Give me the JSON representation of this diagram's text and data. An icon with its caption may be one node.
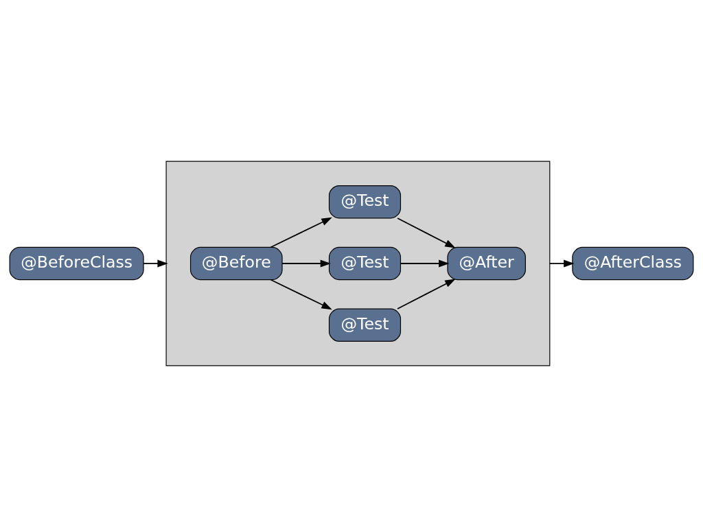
{
  "diagram": {
    "nodes": [
      {
        "text": [
          "@BeforeClass"
        ]
      },
      {
        "text": [],
        "shape": "box"
      },
      {
        "text": [
          "@Before"
        ],
        "in": 1
      },
      {
        "text": [
          "@Test"
        ],
        "in": 1
      },
      {
        "text": [
          "@Test"
        ],
        "in": 1
      },
      {
        "text": [
          "@Test"
        ],
        "in": 1
      },
      {
        "text": [
          "@After"
        ],
        "in": 1
      },
      {
        "text": [
          "@AfterClass"
        ]
      }
    ],
    "edges": [
      {
        "from": 0,
        "to": 1,
        "arrow": "to"
      },
      {
        "from": 2,
        "to": 3,
        "arrow": "to"
      },
      {
        "from": 2,
        "to": 4,
        "arrow": "to"
      },
      {
        "from": 2,
        "to": 5,
        "arrow": "to"
      },
      {
        "from": 3,
        "to": 6,
        "arrow": "to"
      },
      {
        "from": 4,
        "to": 6,
        "arrow": "to"
      },
      {
        "from": 5,
        "to": 6,
        "arrow": "to"
      },
      {
        "from": 1,
        "to": 7,
        "arrow": "to"
      }
    ]
  }
}
